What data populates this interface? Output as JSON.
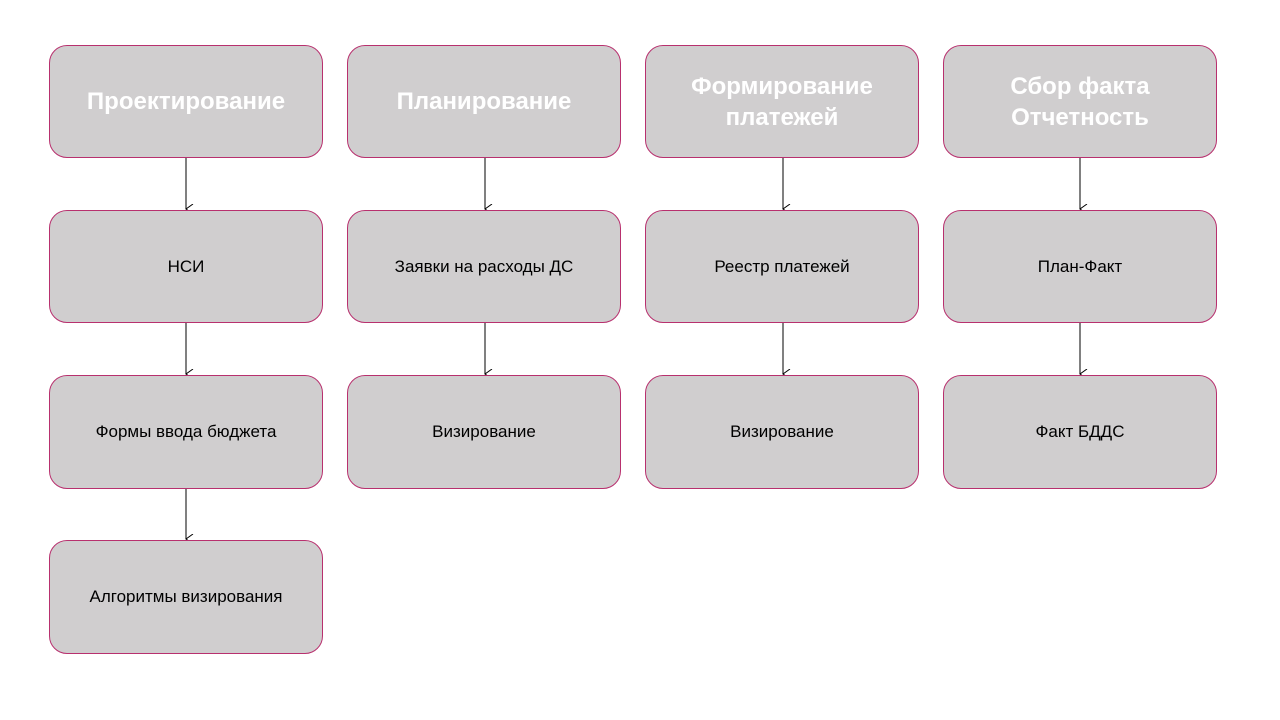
{
  "columns": [
    {
      "header": "Проектирование",
      "items": [
        "НСИ",
        "Формы  ввода бюджета",
        "Алгоритмы  визирования"
      ]
    },
    {
      "header": "Планирование",
      "items": [
        "Заявки на расходы ДС",
        "Визирование"
      ]
    },
    {
      "header": "Формирование платежей",
      "items": [
        "Реестр платежей",
        "Визирование"
      ]
    },
    {
      "header": "Сбор факта Отчетность",
      "items": [
        "План-Факт",
        "Факт БДДС"
      ]
    }
  ],
  "colors": {
    "box_fill": "#d0cecf",
    "box_border": "#b8306e"
  }
}
